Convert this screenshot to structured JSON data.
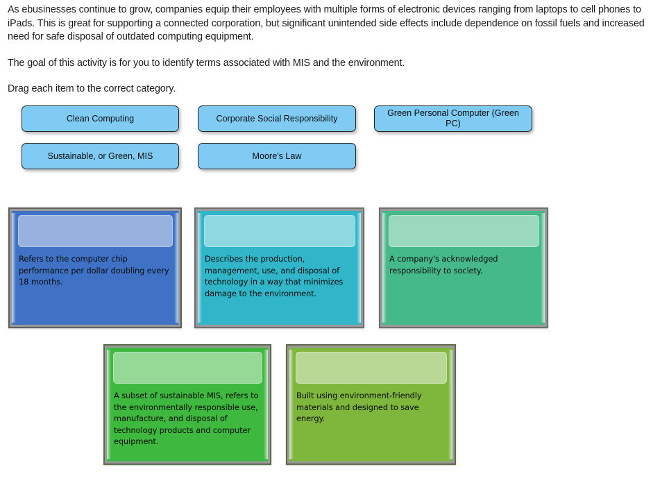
{
  "intro": {
    "paragraph1": "As ebusinesses continue to grow, companies equip their employees with multiple forms of electronic devices ranging from laptops to cell phones to iPads. This is great for supporting a connected corporation, but significant unintended side effects include dependence on fossil fuels and increased need for safe disposal of outdated computing equipment.",
    "paragraph2": "The goal of this activity is for you to identify terms associated with MIS and the environment.",
    "instruction": "Drag each item to the correct category."
  },
  "terms": [
    {
      "label": "Clean Computing"
    },
    {
      "label": "Corporate Social Responsibility"
    },
    {
      "label": "Green Personal Computer (Green PC)"
    },
    {
      "label": "Sustainable, or Green, MIS"
    },
    {
      "label": "Moore's Law"
    }
  ],
  "categories": [
    {
      "description": "Refers to the computer chip performance per dollar doubling every 18 months.",
      "color": "#3f72c4",
      "drop_label": ""
    },
    {
      "description": "Describes the production, management, use, and disposal of technology in a way that minimizes damage to the environment.",
      "color": "#30b6c8",
      "drop_label": ""
    },
    {
      "description": "A company's acknowledged responsibility to society.",
      "color": "#46b98a",
      "drop_label": ""
    },
    {
      "description": "A subset of sustainable MIS, refers to the environmentally responsible use, manufacture, and disposal of technology products and computer equipment.",
      "color": "#3eb83e",
      "drop_label": ""
    },
    {
      "description": "Built using environment-friendly materials and designed to save energy.",
      "color": "#7fb73d",
      "drop_label": ""
    }
  ],
  "theme": {
    "chip_fill": "#7fcbf4",
    "chip_border": "#232323",
    "page_background": "#ffffff",
    "text_color": "#1a1a1a"
  }
}
